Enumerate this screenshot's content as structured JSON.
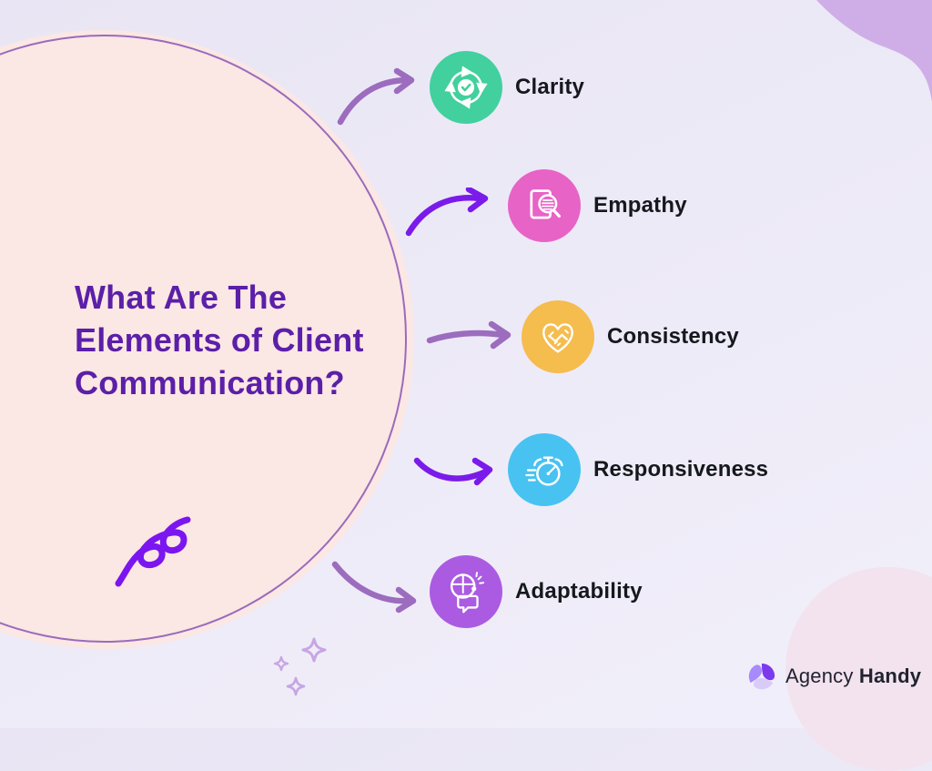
{
  "hero": {
    "title": "What Are The Elements of Client Communication?",
    "title_lines": [
      "What Are The",
      "Elements of Client",
      "Communication?"
    ]
  },
  "items": [
    {
      "label": "Clarity",
      "color": "#41d09e",
      "icon": "cycle-check-icon"
    },
    {
      "label": "Empathy",
      "color": "#e763c6",
      "icon": "document-magnifier-icon"
    },
    {
      "label": "Consistency",
      "color": "#f5bc4e",
      "icon": "heart-handshake-icon"
    },
    {
      "label": "Responsiveness",
      "color": "#48c2f1",
      "icon": "stopwatch-icon"
    },
    {
      "label": "Adaptability",
      "color": "#ab5be2",
      "icon": "head-puzzle-icon"
    }
  ],
  "footer": {
    "brand_first": "Agency",
    "brand_second": "Handy"
  },
  "colors": {
    "background": "#eceaf7",
    "hero_circle_fill": "#fbe7e4",
    "hero_ring": "#9a6bbb",
    "title_text": "#5b1fa8",
    "label_text": "#15181c",
    "arrow_muted": "#9c6cbe",
    "arrow_vivid": "#7a1bea",
    "squiggle": "#7b16f0",
    "sparkle": "#c7a6e3",
    "corner_blob": "#cfaee8",
    "footer_blob": "#f3e3ef",
    "logo_dark": "#7c3aed",
    "logo_mid": "#a78bfa",
    "logo_light": "#d9cbf8"
  }
}
